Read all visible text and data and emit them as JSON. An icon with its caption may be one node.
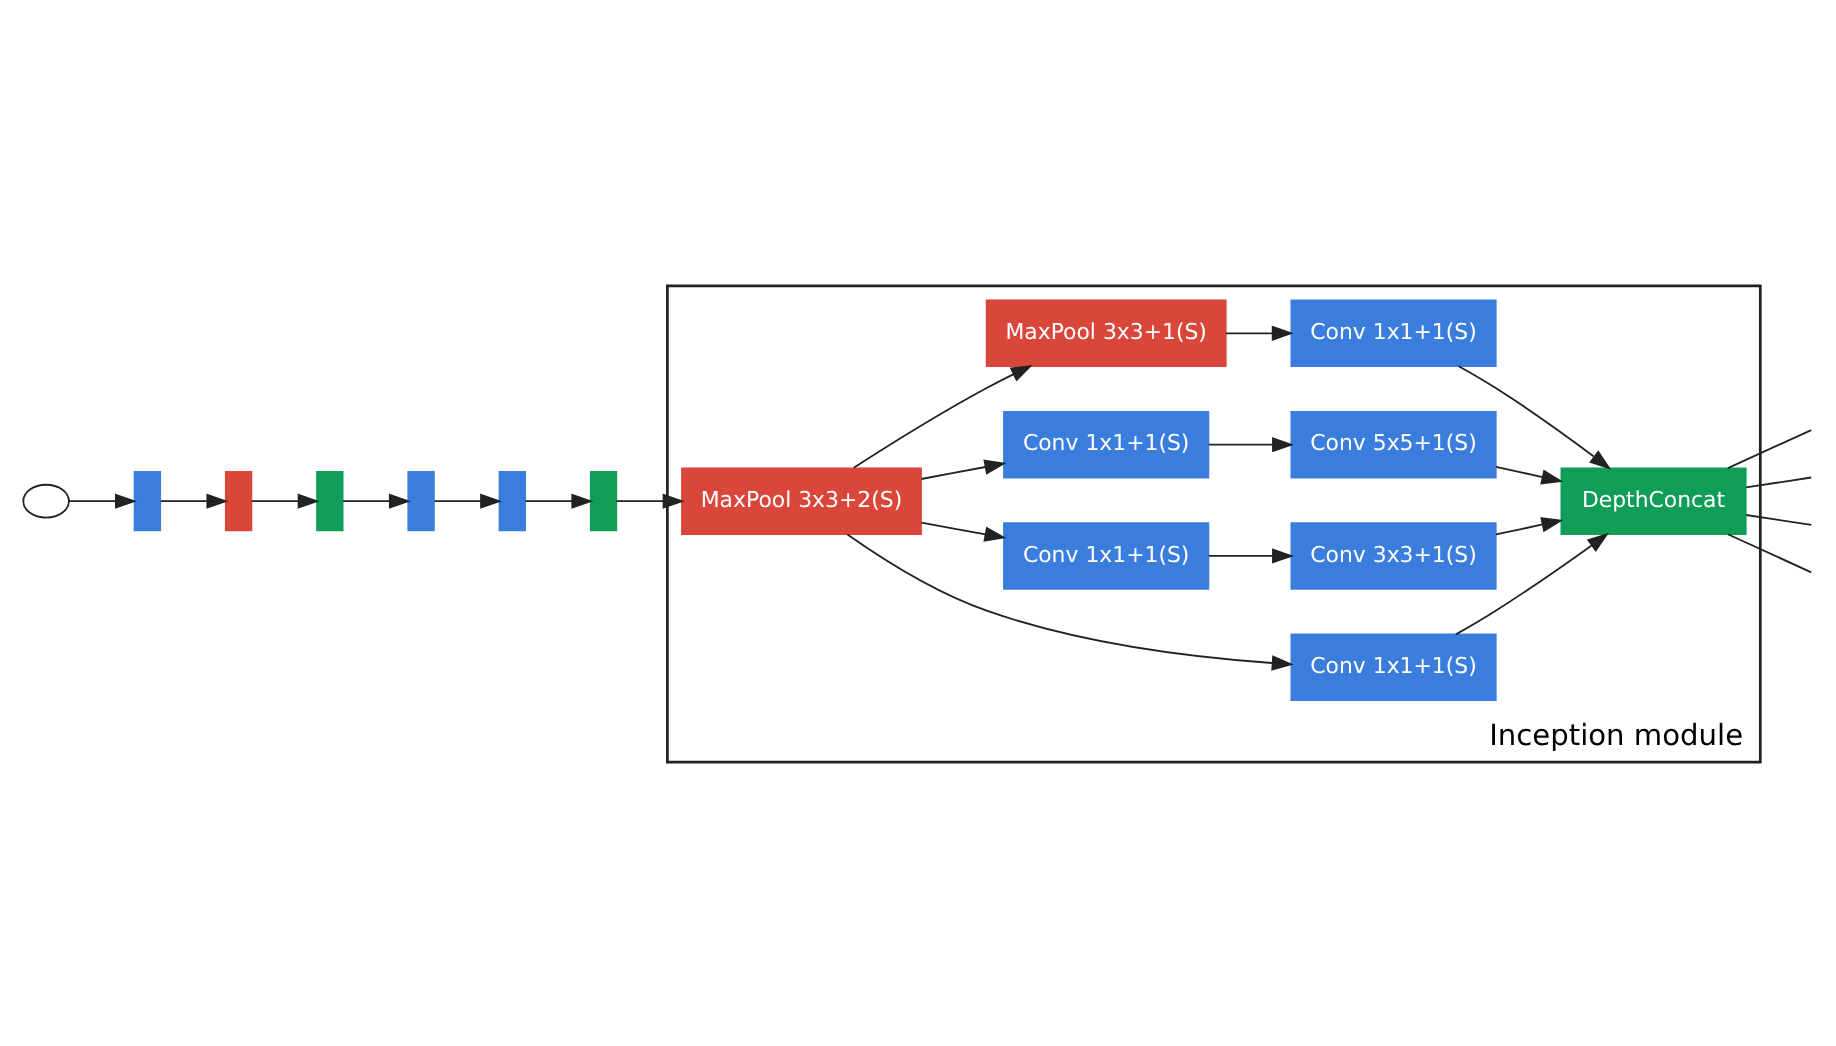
{
  "diagram": {
    "nodes": [
      {
        "text": [],
        "shape": "ellipse"
      },
      {
        "text": [],
        "shape": "box"
      },
      {
        "text": [],
        "shape": "box"
      },
      {
        "text": [],
        "shape": "box"
      },
      {
        "text": [],
        "shape": "box"
      },
      {
        "text": [],
        "shape": "box"
      },
      {
        "text": [],
        "shape": "box"
      },
      {
        "text": [
          "Inception module"
        ]
      },
      {
        "text": [
          "MaxPool 3x3+2(S)"
        ],
        "in": 7
      },
      {
        "text": [
          "Conv 1x1+1(S)"
        ],
        "in": 7
      },
      {
        "text": [
          "Conv 1x1+1(S)"
        ],
        "in": 7
      },
      {
        "text": [
          "Conv 3x3+1(S)"
        ],
        "in": 7
      },
      {
        "text": [
          "Conv 1x1+1(S)"
        ],
        "in": 7
      },
      {
        "text": [
          "Conv 5x5+1(S)"
        ],
        "in": 7
      },
      {
        "text": [
          "MaxPool 3x3+1(S)"
        ],
        "in": 7
      },
      {
        "text": [
          "Conv 1x1+1(S)"
        ],
        "in": 7
      },
      {
        "text": [
          "DepthConcat"
        ],
        "in": 7
      }
    ],
    "edges": [
      {
        "from": 0,
        "to": 1,
        "arrow": "to"
      },
      {
        "from": 1,
        "to": 2,
        "arrow": "to"
      },
      {
        "from": 2,
        "to": 3,
        "arrow": "to"
      },
      {
        "from": 3,
        "to": 4,
        "arrow": "to"
      },
      {
        "from": 4,
        "to": 5,
        "arrow": "to"
      },
      {
        "from": 5,
        "to": 6,
        "arrow": "to"
      },
      {
        "from": 6,
        "to": 8,
        "arrow": "to"
      },
      {
        "from": 8,
        "to": 9,
        "arrow": "to"
      },
      {
        "from": 8,
        "to": 10,
        "arrow": "to"
      },
      {
        "from": 8,
        "to": 12,
        "arrow": "to"
      },
      {
        "from": 8,
        "to": 14,
        "arrow": "to"
      },
      {
        "from": 10,
        "to": 11,
        "arrow": "to"
      },
      {
        "from": 12,
        "to": 13,
        "arrow": "to"
      },
      {
        "from": 14,
        "to": 15,
        "arrow": "to"
      },
      {
        "from": 9,
        "to": 16,
        "arrow": "to"
      },
      {
        "from": 11,
        "to": 16,
        "arrow": "to"
      },
      {
        "from": 13,
        "to": 16,
        "arrow": "to"
      },
      {
        "from": 15,
        "to": 16,
        "arrow": "to"
      },
      {
        "from": 16,
        "to": null,
        "arrow": "none"
      },
      {
        "from": 16,
        "to": null,
        "arrow": "none"
      },
      {
        "from": 16,
        "to": null,
        "arrow": "none"
      },
      {
        "from": 16,
        "to": null,
        "arrow": "none"
      }
    ]
  }
}
